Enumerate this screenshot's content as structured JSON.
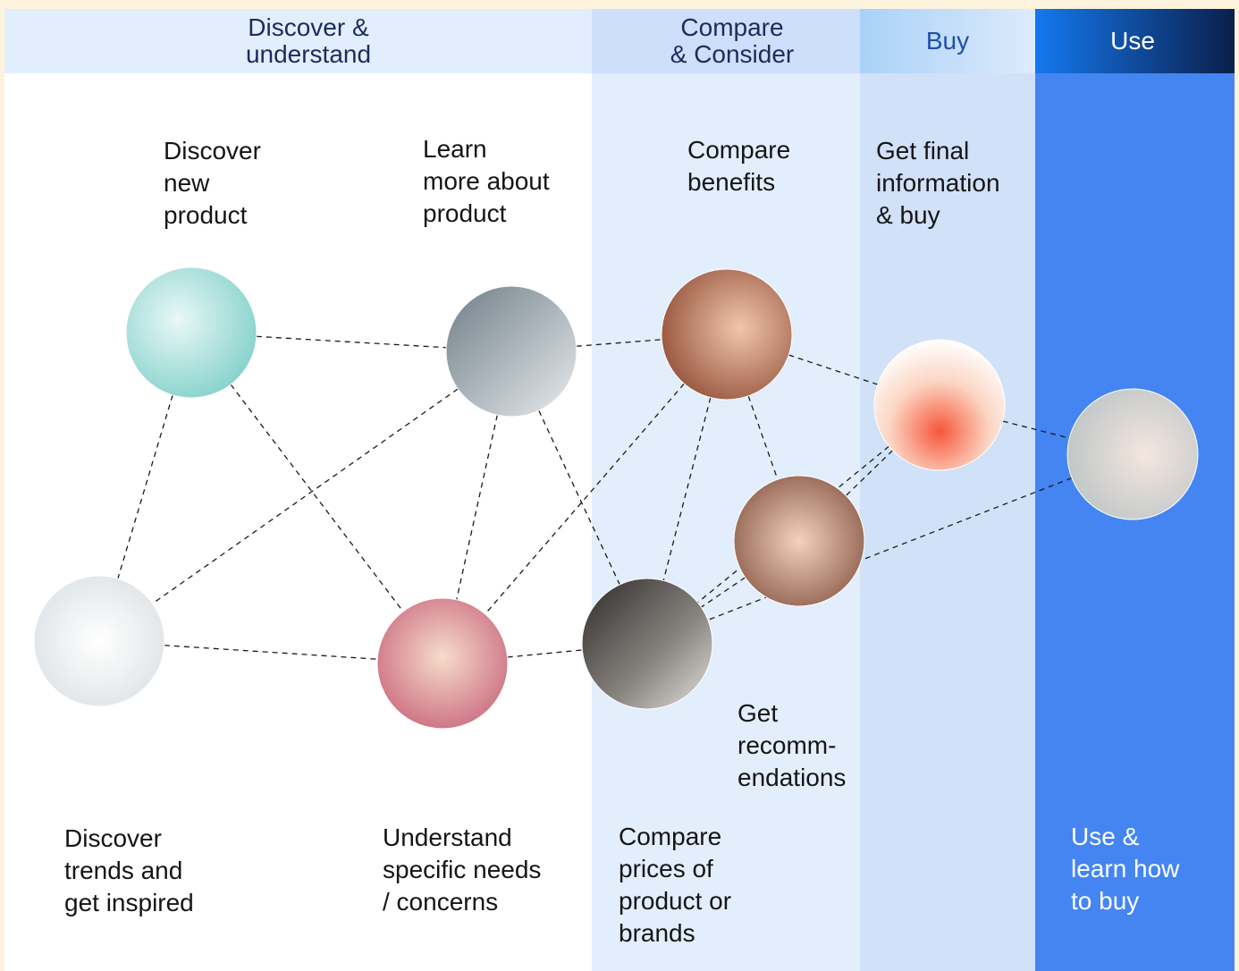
{
  "colors": {
    "background": "#fdf3dc",
    "discover_header": "#e3eefc",
    "compare_header": "#cddffa",
    "compare_panel": "#e3eefc",
    "buy_header_from": "#a9d2f8",
    "buy_header_to": "#ddeafb",
    "buy_panel": "#d1e1f8",
    "use_header_from": "#1478f0",
    "use_header_to": "#0b1f4a",
    "use_panel": "#4585f2",
    "header_text": "#1b2c5e"
  },
  "stages": {
    "discover": "Discover &\nunderstand",
    "compare": "Compare\n& Consider",
    "buy": "Buy",
    "use": "Use"
  },
  "steps": {
    "discover_new": "Discover\nnew\nproduct",
    "learn_more": "Learn\nmore about\nproduct",
    "compare_benefits": "Compare\nbenefits",
    "final_info": "Get final\ninformation\n& buy",
    "recommendations": "Get\nrecomm-\nendations",
    "trends": "Discover\ntrends and\nget inspired",
    "needs": "Understand\nspecific needs\n/ concerns",
    "prices": "Compare\nprices of\nproduct or\nbrands",
    "use_learn": "Use &\nlearn how\nto buy"
  },
  "nodes": [
    {
      "id": "discover_new",
      "icon": "skincare-products-photo"
    },
    {
      "id": "learn_more",
      "icon": "phone-in-hand-photo"
    },
    {
      "id": "compare_benefits",
      "icon": "applying-makeup-photo"
    },
    {
      "id": "final_info",
      "icon": "happy-woman-photo"
    },
    {
      "id": "use_learn",
      "icon": "hand-with-cream-photo"
    },
    {
      "id": "recommendations",
      "icon": "two-women-phone-photo"
    },
    {
      "id": "trends",
      "icon": "smartphone-hand-photo"
    },
    {
      "id": "needs",
      "icon": "eye-patches-face-photo"
    },
    {
      "id": "prices",
      "icon": "office-laptop-photo"
    }
  ],
  "edges": [
    [
      "discover_new",
      "learn_more"
    ],
    [
      "discover_new",
      "trends"
    ],
    [
      "discover_new",
      "needs"
    ],
    [
      "learn_more",
      "compare_benefits"
    ],
    [
      "learn_more",
      "trends"
    ],
    [
      "learn_more",
      "needs"
    ],
    [
      "learn_more",
      "prices"
    ],
    [
      "compare_benefits",
      "needs"
    ],
    [
      "compare_benefits",
      "prices"
    ],
    [
      "compare_benefits",
      "final_info"
    ],
    [
      "compare_benefits",
      "recommendations"
    ],
    [
      "final_info",
      "use_learn"
    ],
    [
      "final_info",
      "recommendations"
    ],
    [
      "final_info",
      "prices"
    ],
    [
      "use_learn",
      "prices"
    ],
    [
      "recommendations",
      "prices"
    ],
    [
      "trends",
      "needs"
    ],
    [
      "needs",
      "prices"
    ]
  ]
}
